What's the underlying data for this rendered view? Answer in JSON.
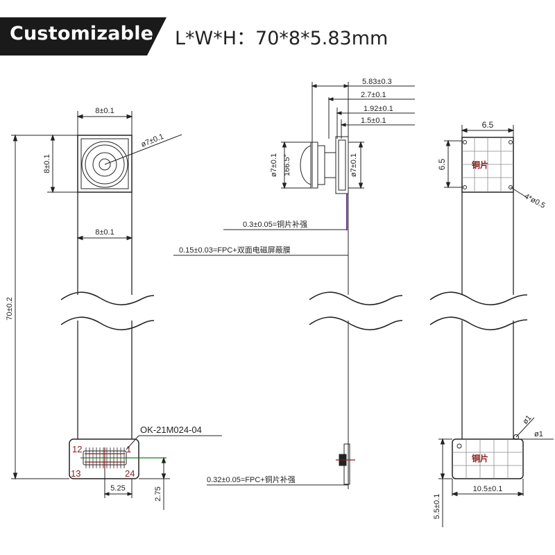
{
  "header": {
    "badge_label": "Customizable",
    "dimensions_label": "L*W*H",
    "dimensions_value": "70*8*5.83mm"
  },
  "front_view": {
    "width_top": "8±0.1",
    "lens_height": "8±0.1",
    "lens_diameter": "ø7±0.1",
    "width_fpc": "8±0.1",
    "total_length": "70±0.2",
    "connector_part": "OK-21M024-04",
    "pin_top_left": "12",
    "pin_top_right": "1",
    "pin_bottom_left": "13",
    "pin_bottom_right": "24",
    "connector_offset": "5.25",
    "connector_height": "2.75"
  },
  "side_view": {
    "height_total": "5.83±0.3",
    "height_2": "2.7±0.1",
    "height_3": "1.92±0.1",
    "height_4": "1.5±0.1",
    "lens_diameter_left": "ø7±0.1",
    "fov": "166.5°",
    "lens_diameter_right": "ø7±0.1",
    "stiffener_note": "0.3±0.05=铜片补强",
    "fpc_note": "0.15±0.03=FPC+双面电磁屏蔽膜",
    "bottom_note": "0.32±0.05=FPC+铜片补强"
  },
  "back_view": {
    "top_width": "6.5",
    "top_height": "6.5",
    "copper_top": "铜片",
    "holes": "4*ø0.5",
    "hole_dia_1": "ø1",
    "hole_dia_2": "ø1",
    "copper_bottom": "铜片",
    "bottom_width": "10.5±0.1",
    "bottom_height": "5.5±0.1"
  }
}
